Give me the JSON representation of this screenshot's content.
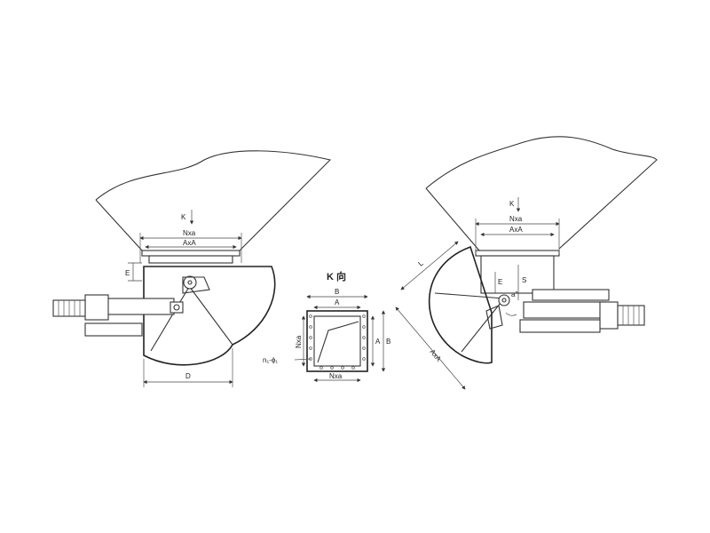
{
  "left_view": {
    "k_label": "K",
    "nxa_label": "Nxa",
    "axa_label": "AxA",
    "e_label": "E",
    "d_label": "D"
  },
  "k_view": {
    "title": "K 向",
    "b_top_label": "B",
    "a_top_label": "A",
    "nxa_side_label": "Nxa",
    "a_side_label": "A",
    "b_side_label": "B",
    "nxa_bottom_label": "Nxa",
    "hole_label": "n₁-ϕ₁"
  },
  "right_view": {
    "k_label": "K",
    "nxa_label": "Nxa",
    "axa_top_label": "AxA",
    "e_label": "E",
    "s_label": "S",
    "alpha_label": "a°",
    "l_label": "L",
    "axa_diag_label": "AxA"
  }
}
